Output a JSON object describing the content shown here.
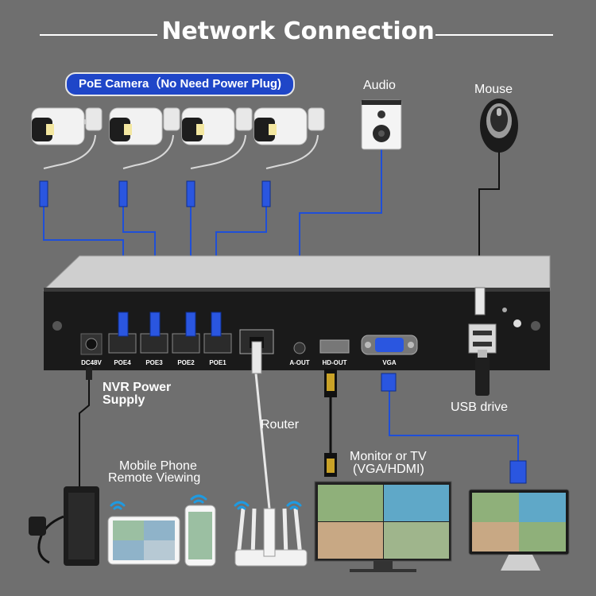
{
  "title": "Network Connection",
  "poe_camera_label": "PoE Camera（No Need Power Plug)",
  "audio_label": "Audio",
  "mouse_label": "Mouse",
  "usb_drive_label": "USB drive",
  "nvr_power_label_1": "NVR Power",
  "nvr_power_label_2": "Supply",
  "router_label": "Router",
  "mobile_label_1": "Mobile Phone",
  "mobile_label_2": "Remote Viewing",
  "monitor_label_1": "Monitor or TV",
  "monitor_label_2": "(VGA/HDMI)",
  "ports": {
    "dc48v": "DC48V",
    "poe4": "POE4",
    "poe3": "POE3",
    "poe2": "POE2",
    "poe1": "POE1",
    "a_out": "A-OUT",
    "hd_out": "HD-OUT",
    "vga": "VGA"
  },
  "colors": {
    "background": "#6f6f6f",
    "cable_blue": "#1f4fd8",
    "badge_blue": "#1f46c8",
    "nvr_body": "#1a1a1a"
  }
}
